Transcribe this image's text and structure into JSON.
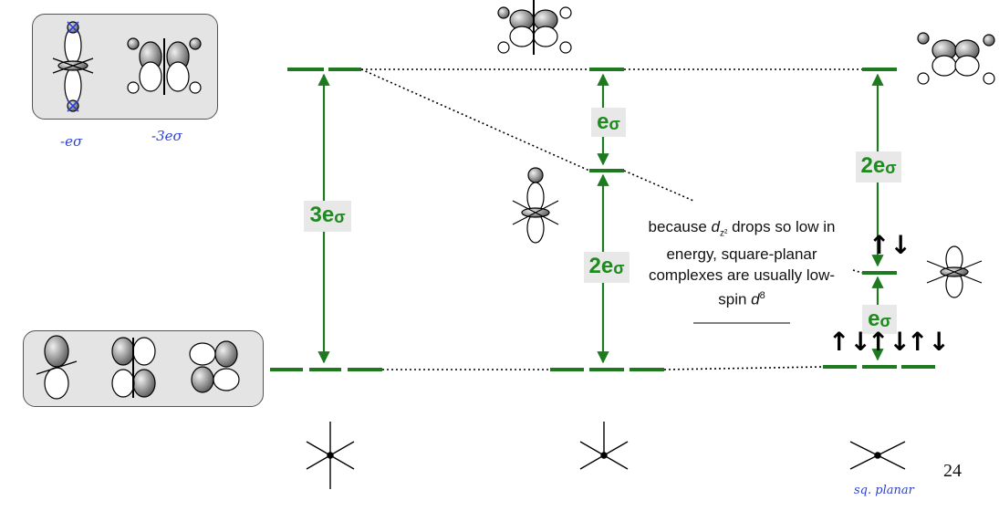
{
  "hand_labels": {
    "minus_e_sigma": "-eσ",
    "minus_3e_sigma": "-3eσ",
    "sq_planar": "sq. planar"
  },
  "gaps": {
    "oct_splitting": "3e",
    "z2_drop": "e",
    "z2_above_t2g": "2e",
    "xy_gap": "2e",
    "sqp_z2_gap": "e",
    "sigma": "σ"
  },
  "note": {
    "before": "because ",
    "d_symbol": "d",
    "d_sub": "z²",
    "after": " drops so low in energy, square-planar complexes are usually low-spin ",
    "d8_symbol": "d",
    "d8_sup": "8"
  },
  "electrons": [
    "↑↓",
    "↑↓",
    "↑↓",
    "↑↓"
  ],
  "page_number": "24",
  "colors": {
    "level": "#1f7a1f",
    "label": "#1f8a1f",
    "handwriting": "#2a3fd6"
  }
}
